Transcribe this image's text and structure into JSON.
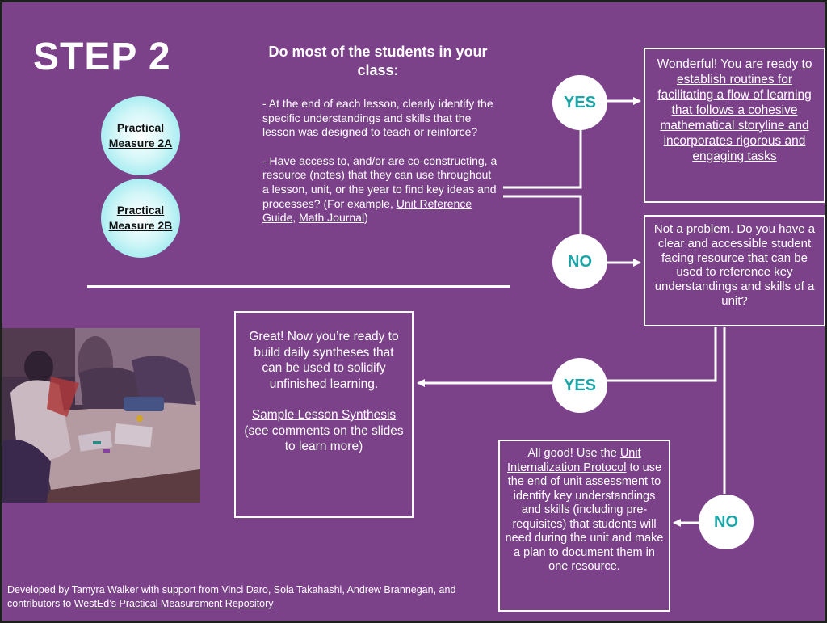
{
  "step_title": "STEP 2",
  "practical_measures": [
    {
      "line1": "Practical",
      "line2": "Measure 2A"
    },
    {
      "line1": "Practical",
      "line2": "Measure 2B"
    }
  ],
  "question": "Do most of the students in your class:",
  "bullet_1": "-  At the end of each lesson, clearly identify the specific understandings and skills that the lesson was designed to teach or reinforce?",
  "bullet_2": {
    "text": "- Have access to, and/or are co-constructing, a resource (notes) that they can use throughout a lesson, unit, or the year to find key ideas and processes? (For example, ",
    "link1": "Unit Reference Guide",
    "sep": ", ",
    "link2": "Math Journal",
    "end": ")"
  },
  "labels": {
    "yes": "YES",
    "no": "NO"
  },
  "box_wonderful": {
    "text": "Wonderful! You are ready",
    "link": " to establish routines for facilitating a flow of learning that follows a cohesive mathematical storyline and incorporates rigorous and engaging tasks"
  },
  "box_not_problem": "Not a problem. Do you have a clear and accessible student facing resource that can be used to reference key understandings and skills of a unit?",
  "box_great": {
    "text": "Great! Now you’re ready to build daily syntheses that can be used to solidify unfinished learning.",
    "link": "Sample Lesson Synthesis",
    "after": " (see comments on the slides to learn more)"
  },
  "box_all_good": {
    "before": "All good! Use the ",
    "link": "Unit Internalization Protocol",
    "after": " to use the end of unit assessment to identify key understandings and skills (including pre-requisites) that students will need during the unit and make a plan to document them in one resource."
  },
  "credits": {
    "text": "Developed by Tamyra Walker with support from Vinci Daro, Sola Takahashi, Andrew Brannegan, and contributors to ",
    "link": "WestEd’s Practical Measurement Repository"
  },
  "colors": {
    "background": "#7b4189",
    "accent": "#1aa6a8",
    "circle": "#8ee6ec"
  }
}
